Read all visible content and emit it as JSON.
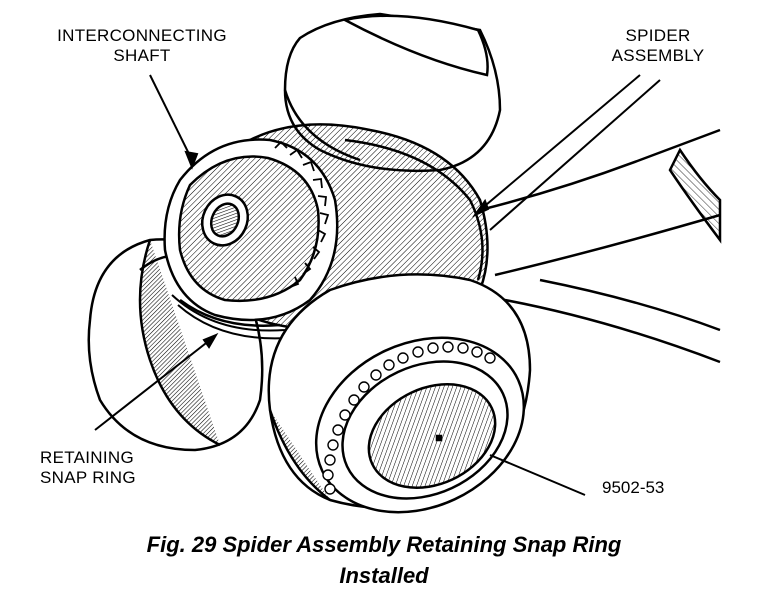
{
  "labels": {
    "interconnecting_shaft": [
      "INTERCONNECTING",
      "SHAFT"
    ],
    "spider_assembly": [
      "SPIDER",
      "ASSEMBLY"
    ],
    "retaining_snap_ring": [
      "RETAINING",
      "SNAP RING"
    ]
  },
  "figure_number": "9502-53",
  "caption": {
    "line1": "Fig. 29 Spider Assembly Retaining Snap Ring",
    "line2": "Installed"
  },
  "colors": {
    "ink": "#000000",
    "paper": "#ffffff"
  }
}
